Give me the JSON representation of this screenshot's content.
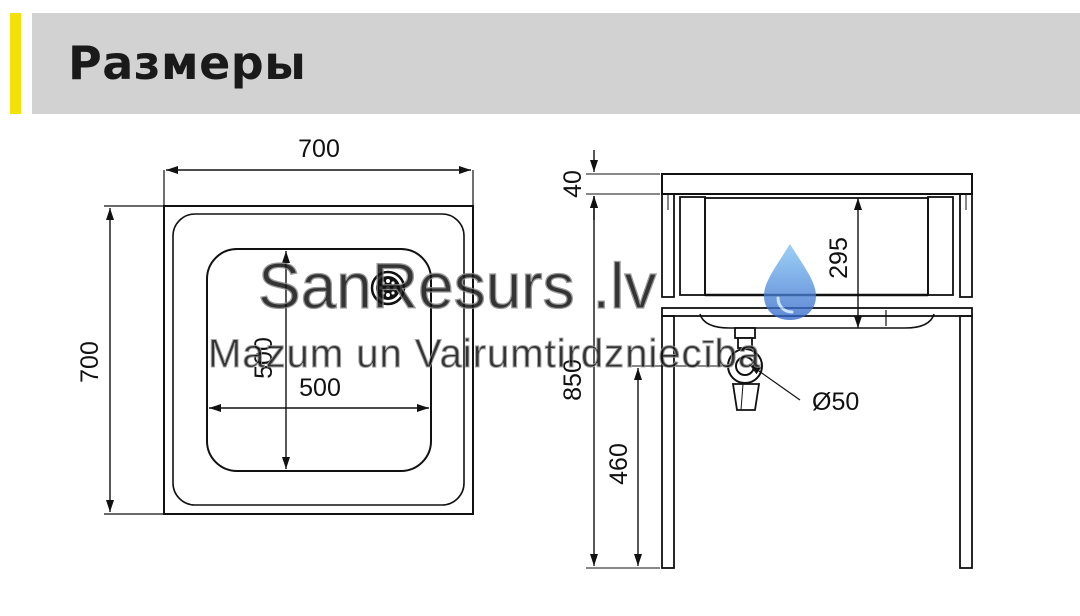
{
  "header": {
    "title": "Размеры",
    "accent_color": "#f5e10a",
    "background_color": "#d2d2d2"
  },
  "watermark": {
    "brand": "SanResurs .lv",
    "tagline": "Mazum un Vairumtirdzniecība",
    "logo_icon": "water-drop-icon",
    "logo_color": "#2f7fd8"
  },
  "top_view": {
    "overall_width": "700",
    "overall_depth": "700",
    "bowl_width": "500",
    "bowl_depth": "500",
    "drain_icon": "drain-strainer-icon"
  },
  "side_view": {
    "top_thickness": "40",
    "bowl_height": "295",
    "total_height": "850",
    "drain_height": "460",
    "drain_diameter": "Ø50"
  }
}
